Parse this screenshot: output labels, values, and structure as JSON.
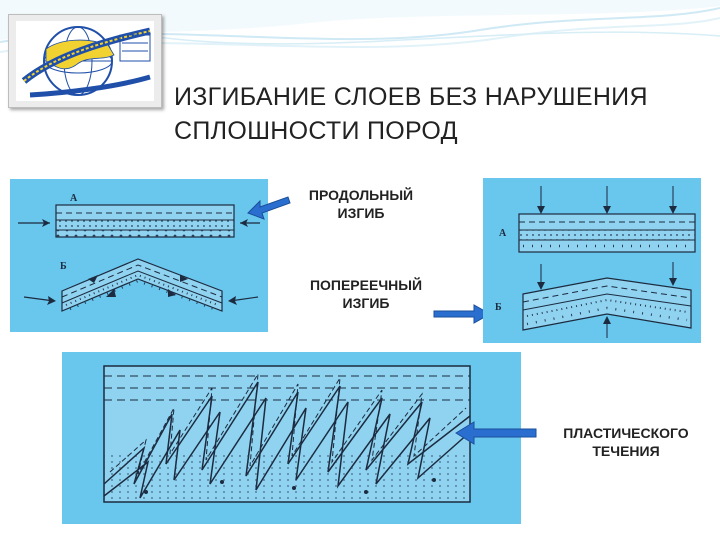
{
  "title": {
    "line1": "ИЗГИБАНИЕ  СЛОЕВ БЕЗ  НАРУШЕНИЯ",
    "line2": "СПЛОШНОСТИ  ПОРОД"
  },
  "labels": {
    "longitudinal": {
      "line1": "ПРОДОЛЬНЫЙ",
      "line2": "ИЗГИБ"
    },
    "transverse": {
      "line1": "ПОПЕРЕЕЧНЫЙ",
      "line2": "ИЗГИБ"
    },
    "plastic": {
      "line1": "ПЛАСТИЧЕСКОГО",
      "line2": "ТЕЧЕНИЯ"
    }
  },
  "diagram_letters": {
    "a": "А",
    "b": "Б"
  },
  "colors": {
    "panel": "#69c6ec",
    "pointer_arrow": "#2a6fd0",
    "logo_blue": "#1f4fa8",
    "logo_yellow": "#f2d230"
  }
}
